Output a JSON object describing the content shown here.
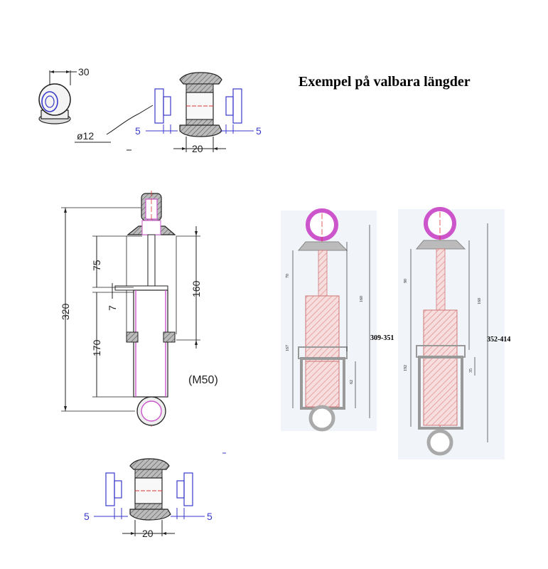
{
  "title": "Exempel på valbara längder",
  "top_detail": {
    "dim_30": "30",
    "dim_d12": "ø12",
    "dim_5_left": "5",
    "dim_5_right": "5",
    "dim_20": "20"
  },
  "main": {
    "dim_320": "320",
    "dim_75": "75",
    "dim_7": "7",
    "dim_170": "170",
    "dim_160": "160",
    "model": "(M50)"
  },
  "bottom_detail": {
    "dim_5_left": "5",
    "dim_5_right": "5",
    "dim_20": "20"
  },
  "variant_a": {
    "range": "309-351",
    "dim_70": "70",
    "dim_160": "160",
    "dim_167": "167",
    "dim_62": "62"
  },
  "variant_b": {
    "range": "352-414",
    "dim_90": "90",
    "dim_160": "160",
    "dim_192": "192",
    "dim_35": "35"
  },
  "colors": {
    "line": "#222222",
    "blue": "#3a3acc",
    "magenta": "#cc55cc",
    "red": "#dd3333",
    "gray": "#aaaaaa",
    "hatch": "#e6a3a3"
  }
}
